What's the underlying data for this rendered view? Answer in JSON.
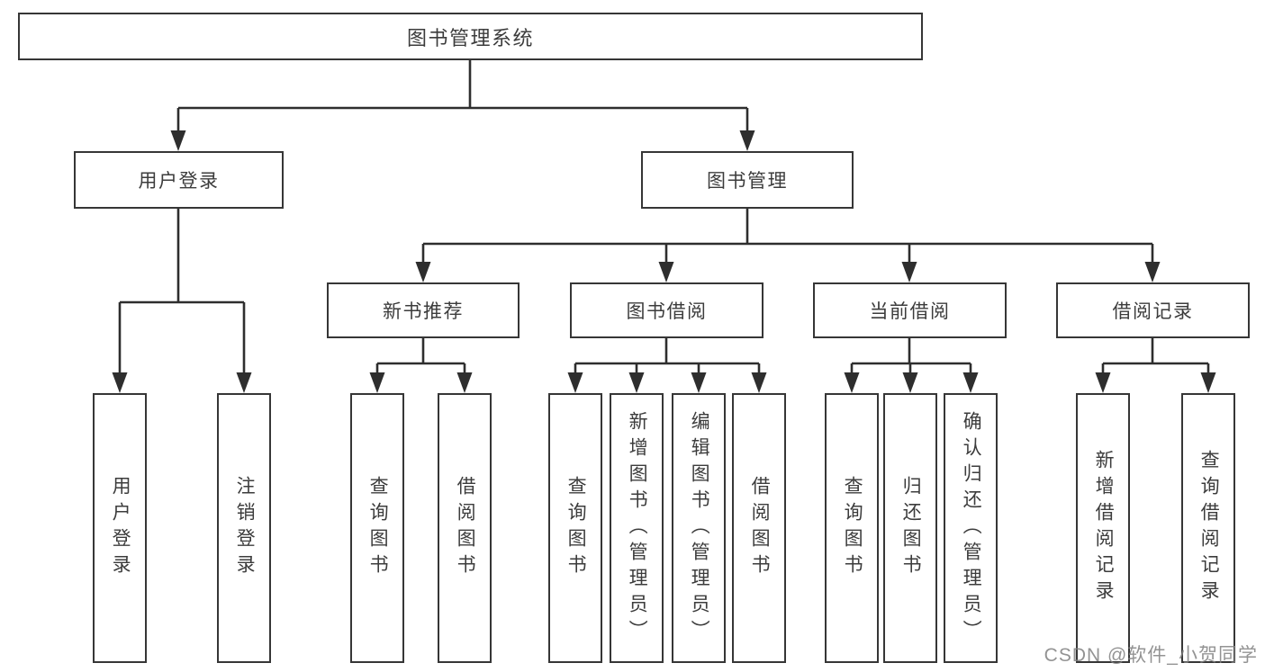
{
  "colors": {
    "line": "#2e2e2e",
    "border": "#363636",
    "text": "#3c3c3c",
    "watermark": "#808080"
  },
  "watermark": "CSDN @软件_小贺同学",
  "tree": {
    "root": {
      "label": "图书管理系统",
      "children": [
        {
          "label": "用户登录",
          "children": [
            {
              "label": "用户登录"
            },
            {
              "label": "注销登录"
            }
          ]
        },
        {
          "label": "图书管理",
          "children": [
            {
              "label": "新书推荐",
              "children": [
                {
                  "label": "查询图书"
                },
                {
                  "label": "借阅图书"
                }
              ]
            },
            {
              "label": "图书借阅",
              "children": [
                {
                  "label": "查询图书"
                },
                {
                  "label": "新增图书（管理员）"
                },
                {
                  "label": "编辑图书（管理员）"
                },
                {
                  "label": "借阅图书"
                }
              ]
            },
            {
              "label": "当前借阅",
              "children": [
                {
                  "label": "查询图书"
                },
                {
                  "label": "归还图书"
                },
                {
                  "label": "确认归还（管理员）"
                }
              ]
            },
            {
              "label": "借阅记录",
              "children": [
                {
                  "label": "新增借阅记录"
                },
                {
                  "label": "查询借阅记录"
                }
              ]
            }
          ]
        }
      ]
    }
  }
}
